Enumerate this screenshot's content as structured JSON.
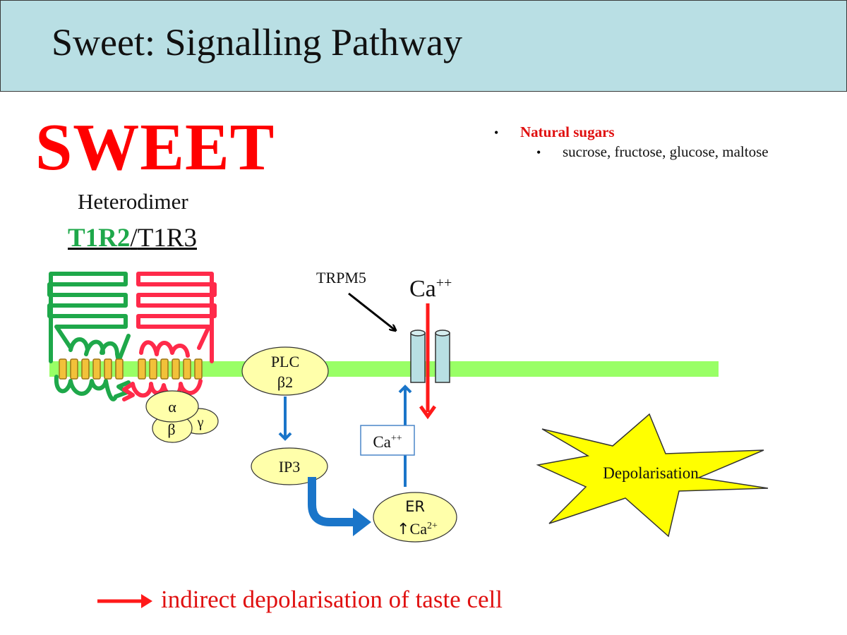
{
  "title": "Sweet: Signalling Pathway",
  "taste": "SWEET",
  "receptor_type": "Heterodimer",
  "receptor": {
    "subunit_a": "T1R2",
    "separator": "/",
    "subunit_b": "T1R3"
  },
  "bullets": {
    "main": "Natural sugars",
    "sub": "sucrose, fructose, glucose, maltose"
  },
  "labels": {
    "trpm5": "TRPM5",
    "ca_channel_base": "Ca",
    "ca_channel_sup": "++",
    "plc_line1": "PLC",
    "plc_line2": "β2",
    "ip3": "IP3",
    "ca_box_base": "Ca",
    "ca_box_sup": "++",
    "er_line1": "ER",
    "er_arrow": "↑",
    "er_ca_base": "Ca",
    "er_ca_sup": "2+",
    "g_alpha": "α",
    "g_beta": "β",
    "g_gamma": "γ",
    "depolarisation": "Depolarisation"
  },
  "conclusion": "indirect depolarisation of taste cell",
  "colors": {
    "title_bg": "#b9dfe4",
    "accent_red": "#ff0000",
    "receptor_green": "#1ea84a",
    "membrane": "#99ff66",
    "oval_fill": "#ffffaa",
    "arrow_blue": "#1a75c9",
    "star_fill": "#ffff00",
    "channel_fill": "#b8dfe3"
  }
}
